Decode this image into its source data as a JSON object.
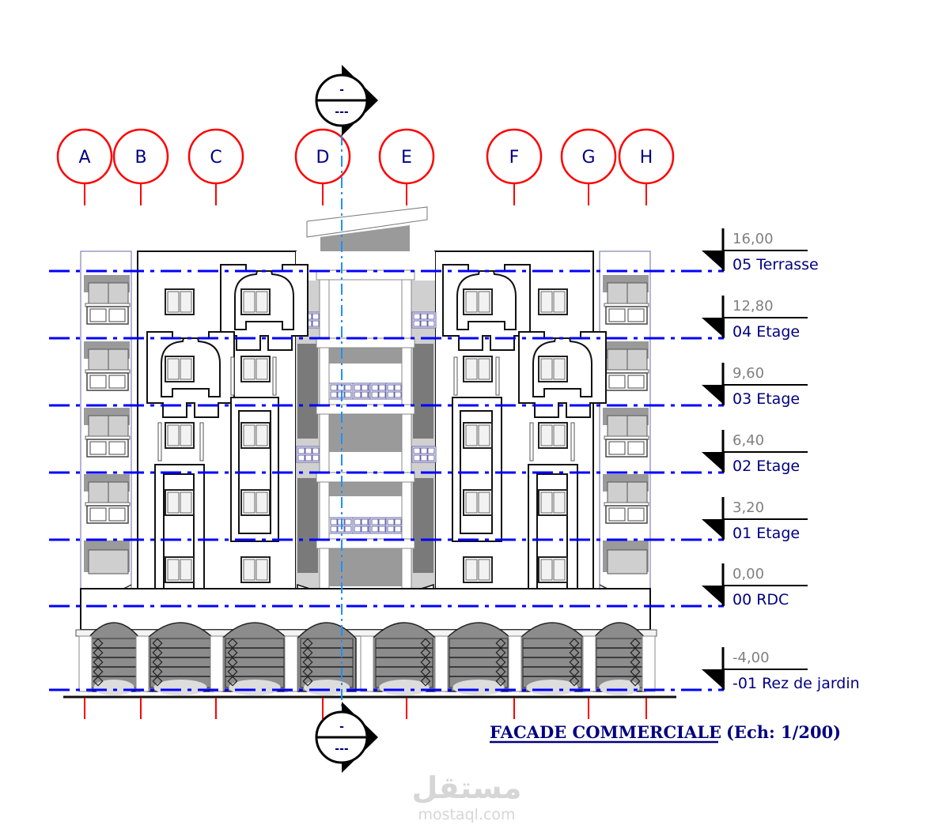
{
  "drawing": {
    "title": "FACADE COMMERCIALE",
    "scale": "(Ech: 1/200)",
    "section_marker": {
      "top_text": "-",
      "bottom_text": "---"
    },
    "grid_axes": [
      {
        "label": "A"
      },
      {
        "label": "B"
      },
      {
        "label": "C"
      },
      {
        "label": "D"
      },
      {
        "label": "E"
      },
      {
        "label": "F"
      },
      {
        "label": "G"
      },
      {
        "label": "H"
      }
    ],
    "levels": [
      {
        "elevation": "16,00",
        "name": "05 Terrasse"
      },
      {
        "elevation": "12,80",
        "name": "04 Etage"
      },
      {
        "elevation": "9,60",
        "name": "03 Etage"
      },
      {
        "elevation": "6,40",
        "name": "02 Etage"
      },
      {
        "elevation": "3,20",
        "name": "01 Etage"
      },
      {
        "elevation": "0,00",
        "name": "00 RDC"
      },
      {
        "elevation": "-4,00",
        "name": "-01 Rez de jardin"
      }
    ],
    "colors": {
      "grid_red": "#ff0000",
      "level_blue": "#0000ff",
      "axis_blue": "#1e90ff",
      "text_navy": "#000080",
      "elev_gray": "#808080",
      "wall_gray": "#999999"
    }
  },
  "watermark": {
    "arabic": "مستقل",
    "latin": "mostaql.com"
  }
}
